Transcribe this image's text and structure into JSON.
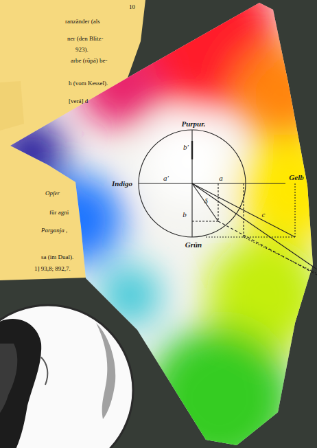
{
  "diagram": {
    "labels": [
      "10",
      "ranzänder (als",
      "ner (den Blitz-",
      "923).",
      "arbe (rūpá) be-",
      "h (vom Kessel).",
      "[verá] d",
      "Opfer",
      "für agni",
      "Parganja ,",
      "sa (im Dual).",
      "1] 93,8; 892,7.",
      "Purpur.",
      "Indigo",
      "Gelb",
      "Grün",
      "b′",
      "a′",
      "a",
      "b",
      "δ",
      "c"
    ]
  }
}
